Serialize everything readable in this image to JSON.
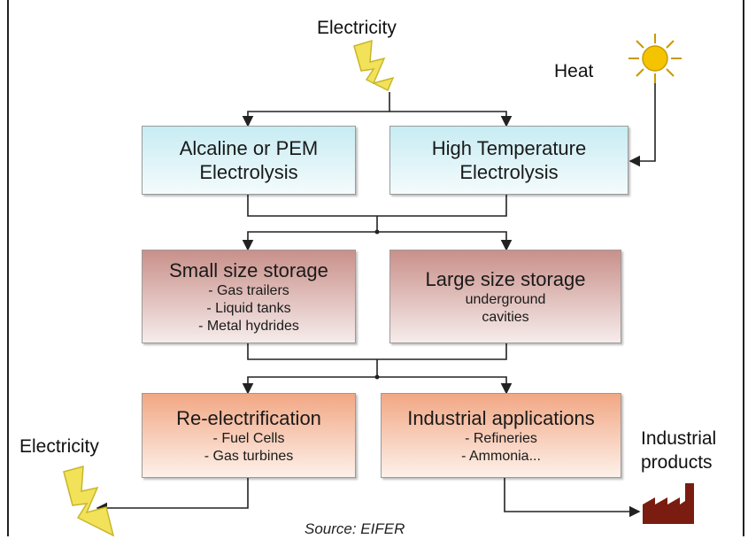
{
  "labels": {
    "electricity_in": "Electricity",
    "heat": "Heat",
    "electricity_out": "Electricity",
    "industrial_products": "Industrial\nproducts",
    "source": "Source: EIFER"
  },
  "boxes": {
    "alcaline": {
      "title": "Alcaline or PEM\nElectrolysis"
    },
    "high_temp": {
      "title": "High Temperature\nElectrolysis"
    },
    "small_storage": {
      "title": "Small size storage",
      "lines": [
        "- Gas trailers",
        "- Liquid tanks",
        "- Metal hydrides"
      ]
    },
    "large_storage": {
      "title": "Large size storage",
      "lines": [
        "underground",
        "cavities"
      ]
    },
    "reelectrification": {
      "title": "Re-electrification",
      "lines": [
        "- Fuel Cells",
        "- Gas turbines"
      ]
    },
    "industrial": {
      "title": "Industrial applications",
      "lines": [
        "- Refineries",
        "- Ammonia..."
      ]
    }
  },
  "colors": {
    "lightning": "#f2e25a",
    "sun": "#f5c400",
    "factory": "#7a1c10"
  }
}
